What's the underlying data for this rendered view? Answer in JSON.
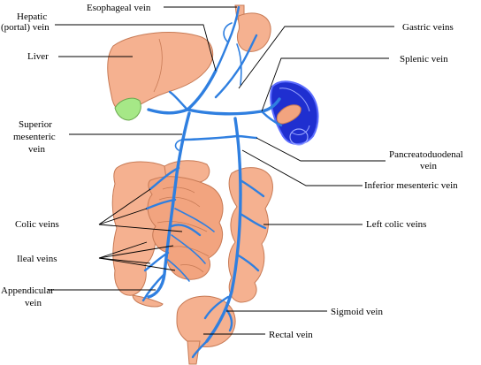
{
  "labels": {
    "esophageal_vein": "Esophageal vein",
    "hepatic_portal_vein_line1": "Hepatic",
    "hepatic_portal_vein_line2": "(portal) vein",
    "liver": "Liver",
    "gastric_veins": "Gastric veins",
    "splenic_vein": "Splenic vein",
    "superior_mesenteric_line1": "Superior",
    "superior_mesenteric_line2": "mesenteric",
    "superior_mesenteric_line3": "vein",
    "pancreatoduodenal_line1": "Pancreatoduodenal",
    "pancreatoduodenal_line2": "vein",
    "inferior_mesenteric_vein": "Inferior mesenteric vein",
    "colic_veins": "Colic veins",
    "left_colic_veins": "Left colic veins",
    "ileal_veins": "Ileal veins",
    "appendicular_line1": "Appendicular",
    "appendicular_line2": "vein",
    "sigmoid_vein": "Sigmoid vein",
    "rectal_vein": "Rectal vein"
  },
  "colors": {
    "organ_fill": "#f5b190",
    "organ_stroke": "#c77a55",
    "vein": "#2f7fe0",
    "spleen_fill": "#1f2fd0",
    "gallbladder": "#a6e887",
    "pancreas_tail": "#f2a47f"
  }
}
